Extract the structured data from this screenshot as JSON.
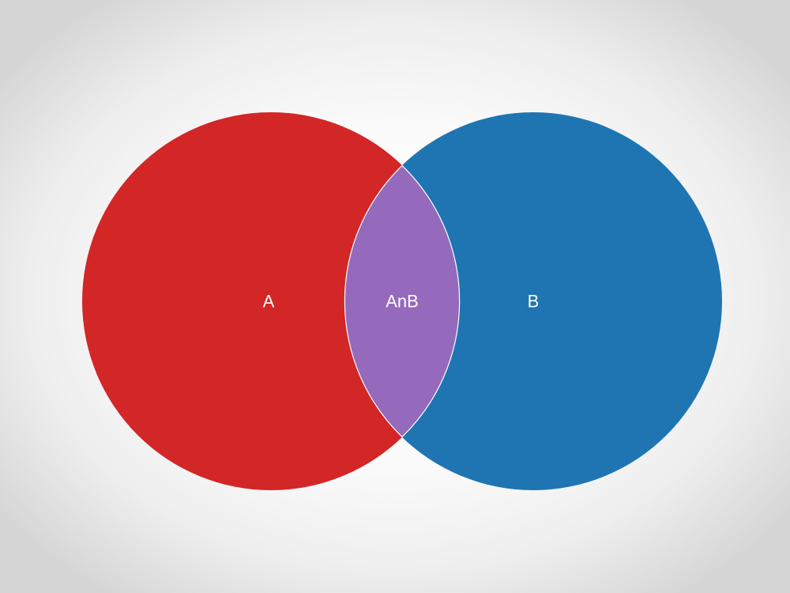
{
  "diagram": {
    "type": "venn",
    "sets": [
      {
        "id": "a",
        "label": "A",
        "color": "#d32627"
      },
      {
        "id": "b",
        "label": "B",
        "color": "#1f75b2"
      }
    ],
    "intersection": {
      "label": "AnB",
      "color": "#9569bb"
    },
    "outline_color": "#ffffff"
  }
}
